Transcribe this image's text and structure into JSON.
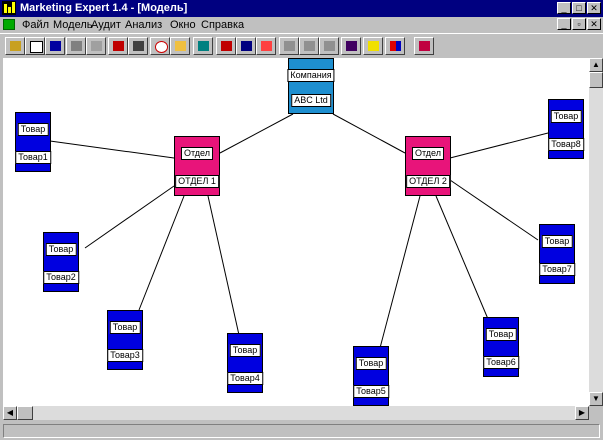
{
  "window": {
    "title": "Marketing Expert 1.4 - [Модель]"
  },
  "menu": {
    "items": [
      "Файл",
      "Модель",
      "Аудит",
      "Анализ",
      "Окно",
      "Справка"
    ]
  },
  "diagram": {
    "company": {
      "type": "Компания",
      "name": "ABC Ltd"
    },
    "departments": [
      {
        "type": "Отдел",
        "name": "ОТДЕЛ 1"
      },
      {
        "type": "Отдел",
        "name": "ОТДЕЛ 2"
      }
    ],
    "products": [
      {
        "type": "Товар",
        "name": "Товар1",
        "dept": 0
      },
      {
        "type": "Товар",
        "name": "Товар2",
        "dept": 0
      },
      {
        "type": "Товар",
        "name": "Товар3",
        "dept": 0
      },
      {
        "type": "Товар",
        "name": "Товар4",
        "dept": 0
      },
      {
        "type": "Товар",
        "name": "Товар5",
        "dept": 1
      },
      {
        "type": "Товар",
        "name": "Товар6",
        "dept": 1
      },
      {
        "type": "Товар",
        "name": "Товар7",
        "dept": 1
      },
      {
        "type": "Товар",
        "name": "Товар8",
        "dept": 1
      }
    ]
  },
  "colors": {
    "company": "#1e8fd0",
    "department": "#e8147a",
    "product": "#0000e0"
  }
}
